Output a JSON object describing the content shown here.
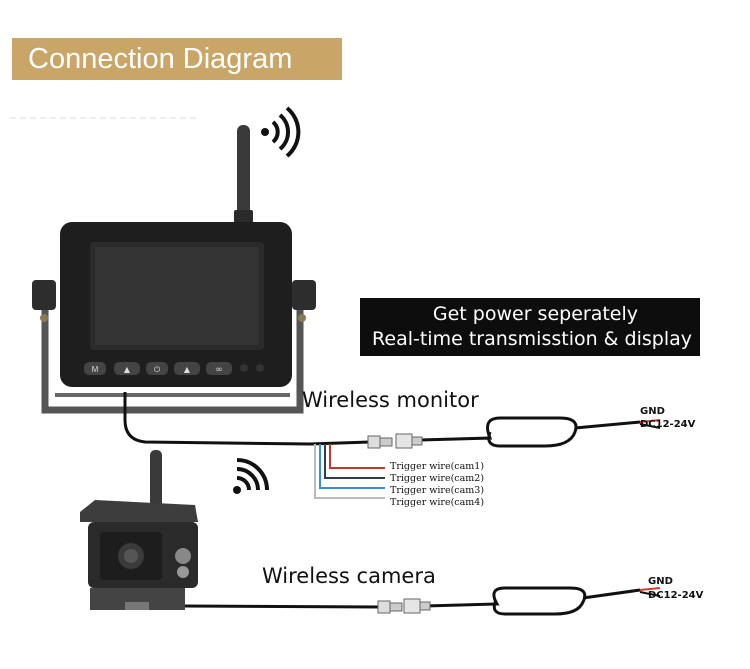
{
  "title": "Connection Diagram",
  "info_box": {
    "line1": "Get power seperately",
    "line2": "Real-time transmisstion & display"
  },
  "monitor": {
    "label": "Wireless monitor",
    "buttons": [
      "M",
      "▲",
      "⏻",
      "▲",
      "∞"
    ],
    "power_gnd": "GND",
    "power_dc": "DC12-24V"
  },
  "trigger_wires": [
    {
      "label": "Trigger wire(cam1)",
      "color": "#c0392b"
    },
    {
      "label": "Trigger wire(cam2)",
      "color": "#2c3e50"
    },
    {
      "label": "Trigger wire(cam3)",
      "color": "#3a8fd0"
    },
    {
      "label": "Trigger wire(cam4)",
      "color": "#bbbbbb"
    }
  ],
  "camera": {
    "label": "Wireless camera",
    "power_gnd": "GND",
    "power_dc": "DC12-24V"
  },
  "colors": {
    "title_bar": "#c9a667",
    "cable": "#111111",
    "power_red": "#d93a2b"
  },
  "icons": [
    "wifi-signal-icon",
    "wifi-signal-icon"
  ]
}
